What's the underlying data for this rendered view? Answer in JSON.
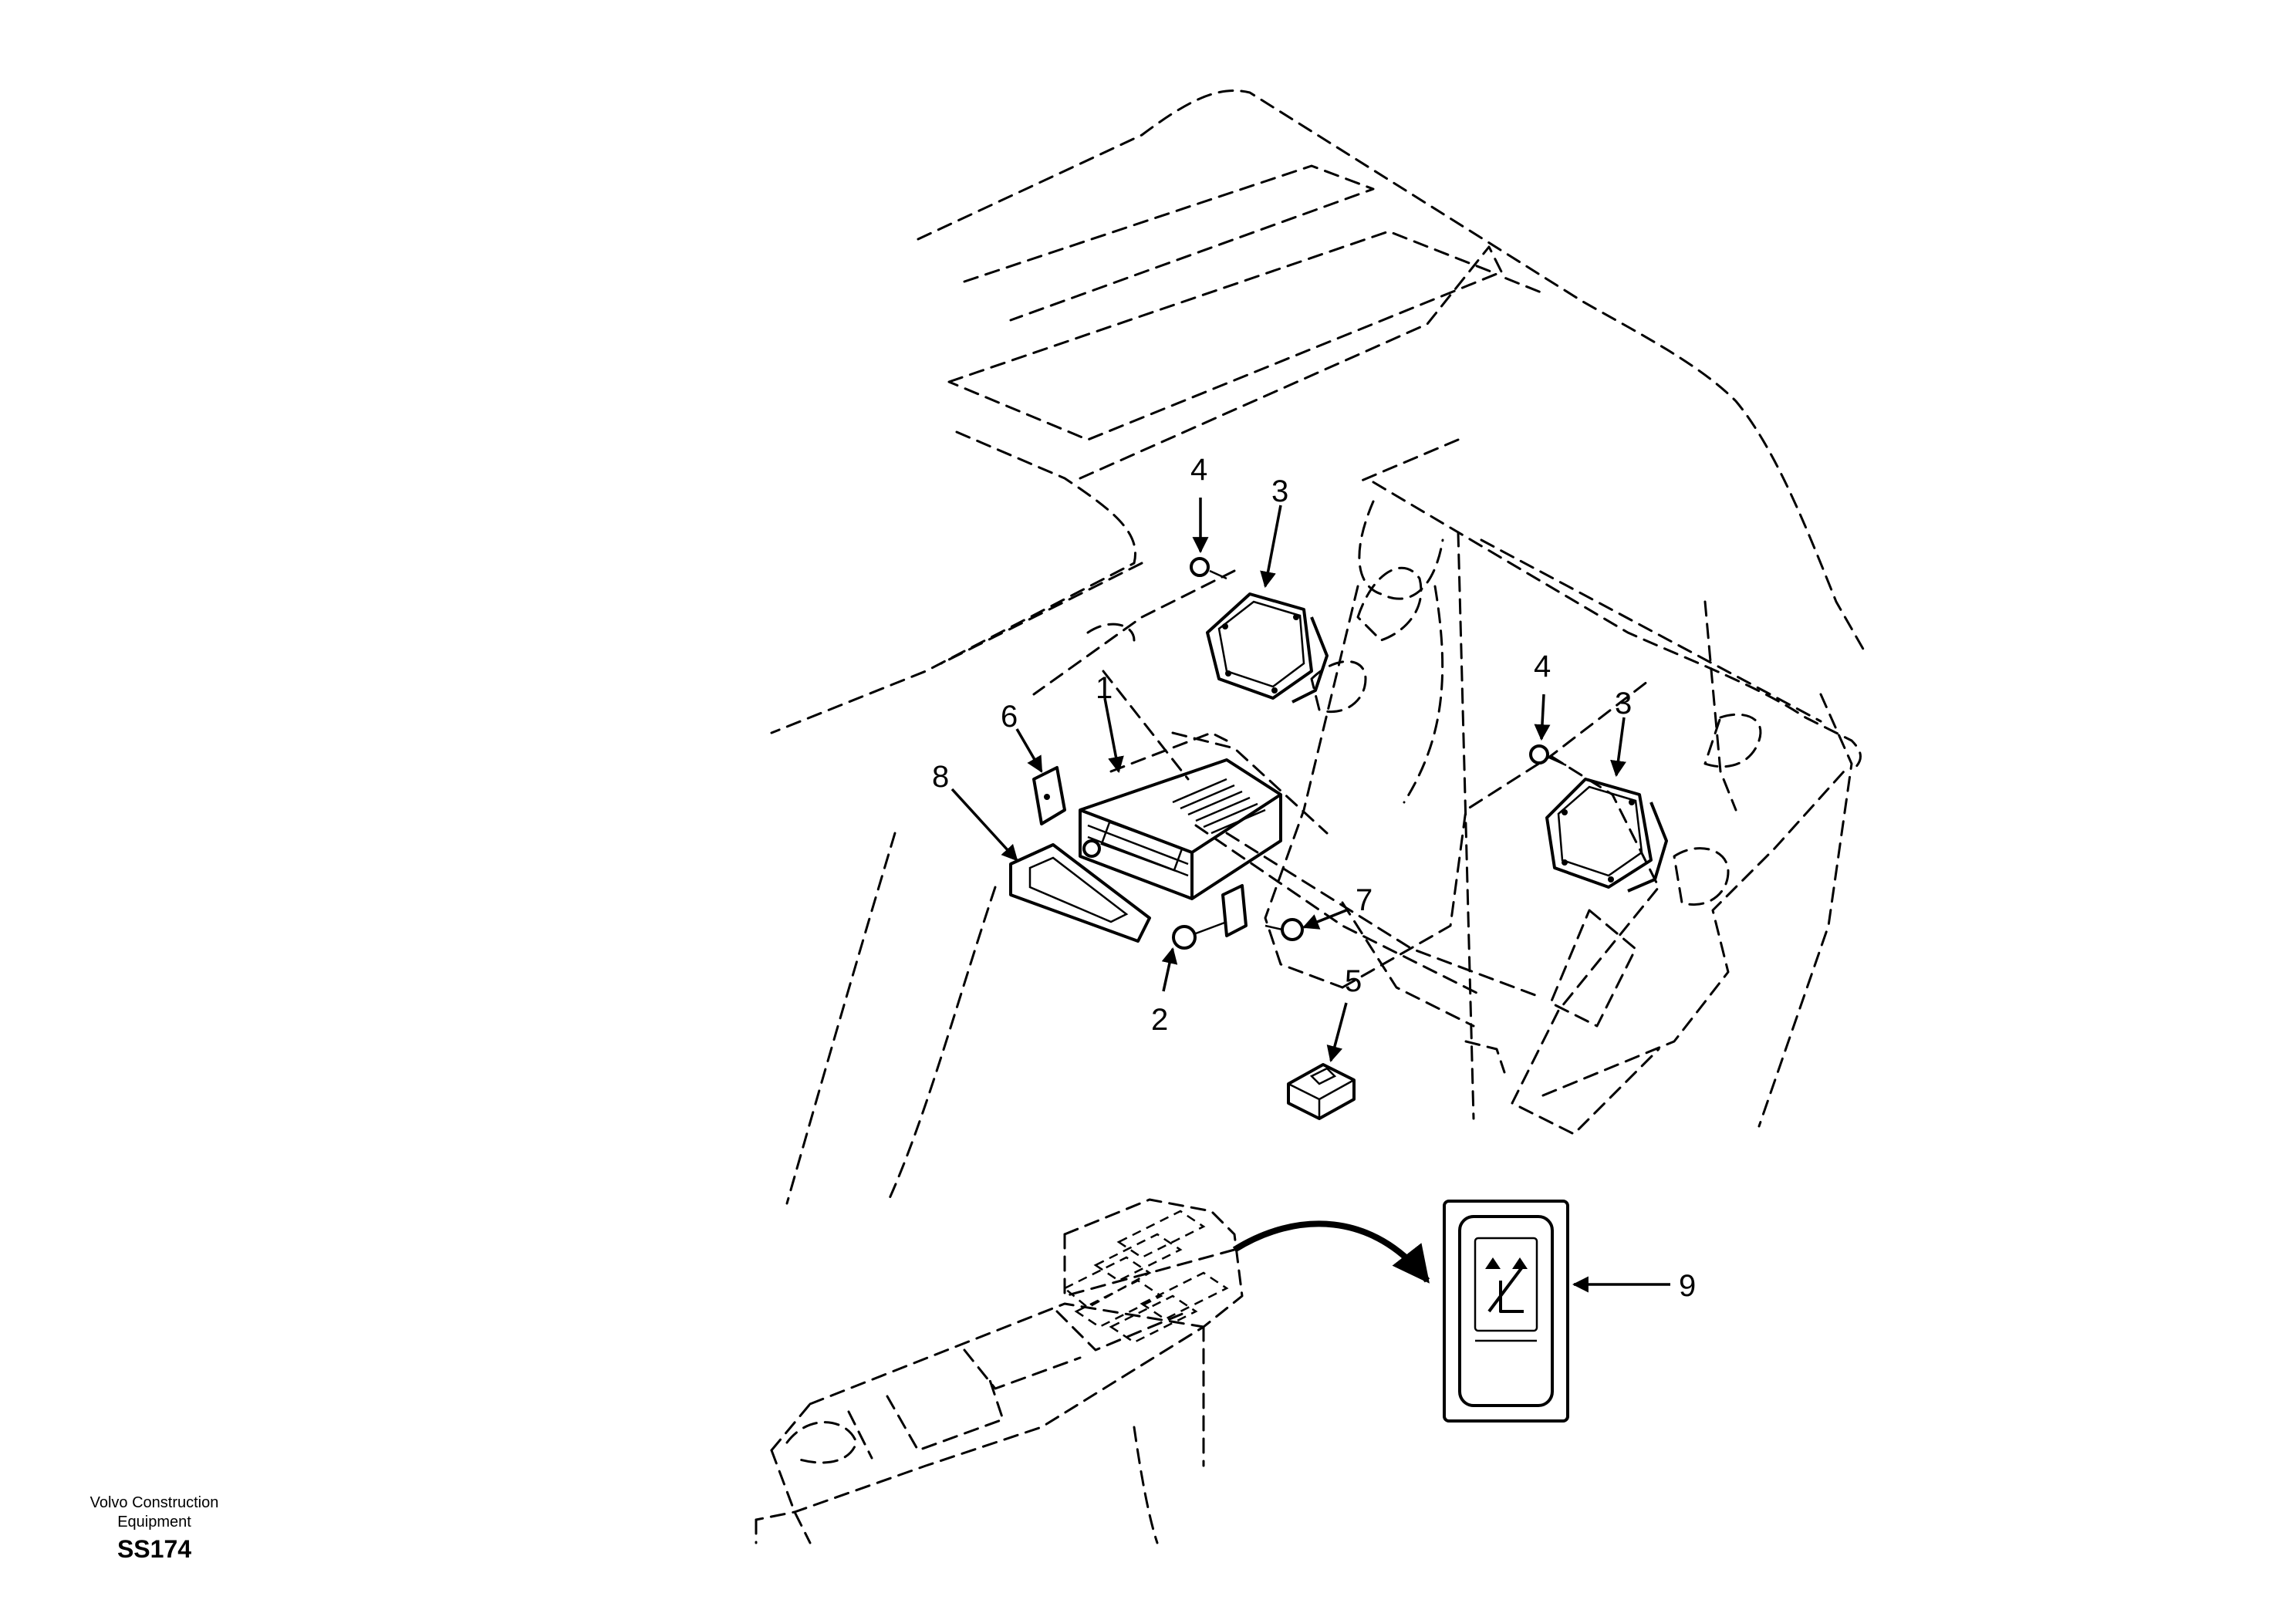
{
  "callouts": [
    "1",
    "2",
    "3",
    "3",
    "4",
    "4",
    "5",
    "6",
    "7",
    "8",
    "9"
  ],
  "footer": {
    "company_line1": "Volvo Construction",
    "company_line2": "Equipment",
    "drawing_code": "SS174"
  }
}
